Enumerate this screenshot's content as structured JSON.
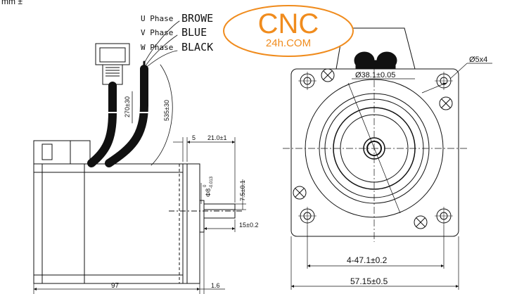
{
  "header_fragment": "mm ±",
  "phases": [
    {
      "prefix": "U Phase",
      "color": "BROWE"
    },
    {
      "prefix": "V Phase",
      "color": "BLUE"
    },
    {
      "prefix": "W Phase",
      "color": "BLACK"
    }
  ],
  "watermark": {
    "big": "CNC",
    "small": "24h.COM",
    "fill": "#f08c1e"
  },
  "side_view_dims": {
    "cable_a": "270±30",
    "cable_b": "535±30",
    "d5": "5",
    "d21": "21.0±1",
    "shaft_dia": "Φ8",
    "shaft_tol_top": "0",
    "shaft_tol_bottom": "-0.013",
    "d7_5": "7.5±0.1",
    "d15": "15±0.2",
    "d97": "97",
    "d1_6": "1.6"
  },
  "front_view_dims": {
    "pilot": "Ø38.1±0.05",
    "holes": "Ø5x4",
    "hole_spacing": "4-47.1±0.2",
    "flange": "57.15±0.5"
  }
}
